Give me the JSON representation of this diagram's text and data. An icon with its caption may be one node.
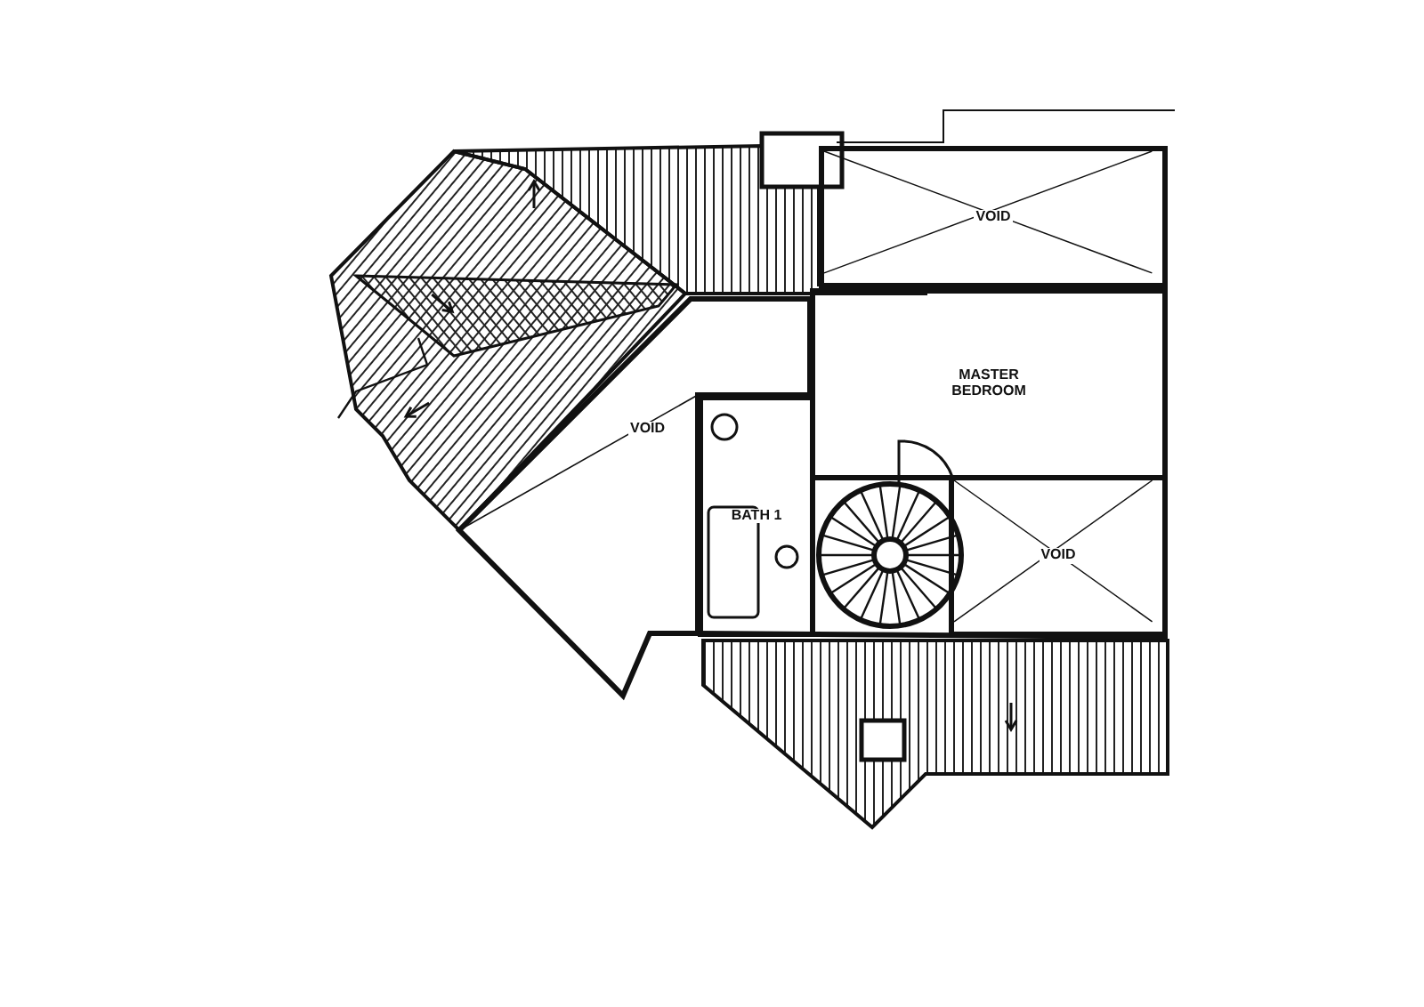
{
  "diagram": {
    "nodes": [
      {
        "text": [
          "VOID"
        ]
      },
      {
        "text": [
          "VOID"
        ]
      },
      {
        "text": [
          "MASTER BEDROOM"
        ]
      },
      {
        "text": [
          "BATH 1"
        ]
      },
      {
        "text": [
          "VOID"
        ]
      }
    ]
  }
}
